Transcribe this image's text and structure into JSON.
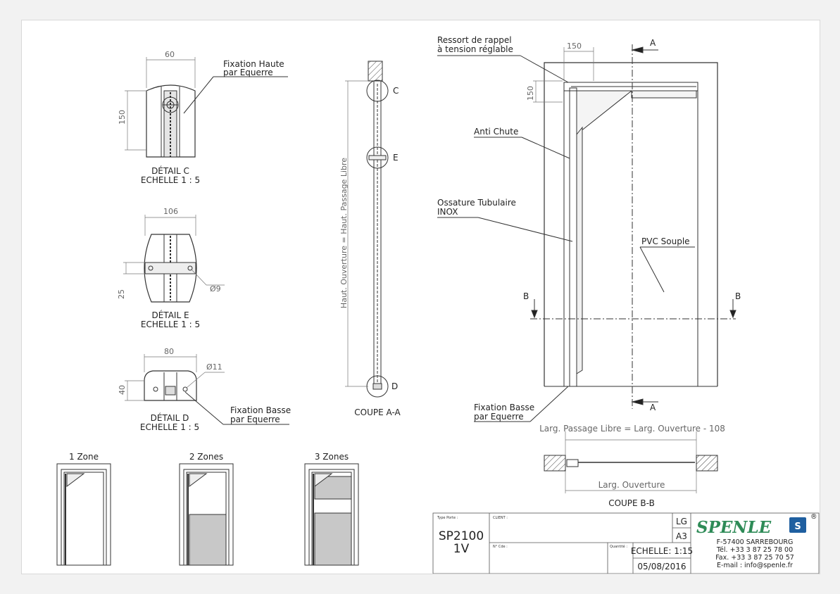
{
  "details": {
    "c": {
      "dim_width": "60",
      "dim_height": "150",
      "callout": [
        "Fixation Haute",
        "par Equerre"
      ],
      "caption": [
        "DÉTAIL C",
        "ECHELLE 1 : 5"
      ]
    },
    "e": {
      "dim_width": "106",
      "dim_height": "25",
      "dim_hole": "Ø9",
      "caption": [
        "DÉTAIL E",
        "ECHELLE 1 : 5"
      ]
    },
    "d": {
      "dim_width": "80",
      "dim_height": "40",
      "dim_hole": "Ø11",
      "callout": [
        "Fixation Basse",
        "par Equerre"
      ],
      "caption": [
        "DÉTAIL D",
        "ECHELLE 1 : 5"
      ]
    }
  },
  "section_aa": {
    "vertical_label": "Haut. Ouverture = Haut. Passage Libre",
    "markers": [
      "C",
      "E",
      "D"
    ],
    "caption": "COUPE A-A"
  },
  "elevation": {
    "labels": {
      "spring": [
        "Ressort de rappel",
        "à tension réglable"
      ],
      "anti_fall": "Anti Chute",
      "frame": [
        "Ossature Tubulaire",
        "INOX"
      ],
      "pvc": "PVC Souple",
      "bottom_fix": [
        "Fixation Basse",
        "par Equerre"
      ]
    },
    "dims": [
      "150",
      "150"
    ],
    "section_marks": {
      "a_top": "A",
      "a_bottom": "A",
      "b_left": "B",
      "b_right": "B"
    }
  },
  "section_bb": {
    "dim_passage": "Larg. Passage Libre = Larg. Ouverture - 108",
    "dim_opening": "Larg. Ouverture",
    "caption": "COUPE B-B"
  },
  "zones": [
    "1 Zone",
    "2 Zones",
    "3 Zones"
  ],
  "title_block": {
    "type_label": "Type Porte :",
    "type": [
      "SP2100",
      "1V"
    ],
    "client_label": "CLIENT :",
    "date_label": "N° Cde :",
    "qty_label": "Quantité :",
    "lg": "LG",
    "format": "A3",
    "scale": "ECHELLE: 1:15",
    "date": "05/08/2016"
  },
  "company": {
    "name": "SPENLE",
    "registered": "®",
    "lines": [
      "F-57400 SARREBOURG",
      "Tél. +33 3 87 25 78 00",
      "Fax. +33 3 87 25 70 57",
      "E-mail : info@spenle.fr"
    ],
    "brand_color": "#2e8b57"
  }
}
